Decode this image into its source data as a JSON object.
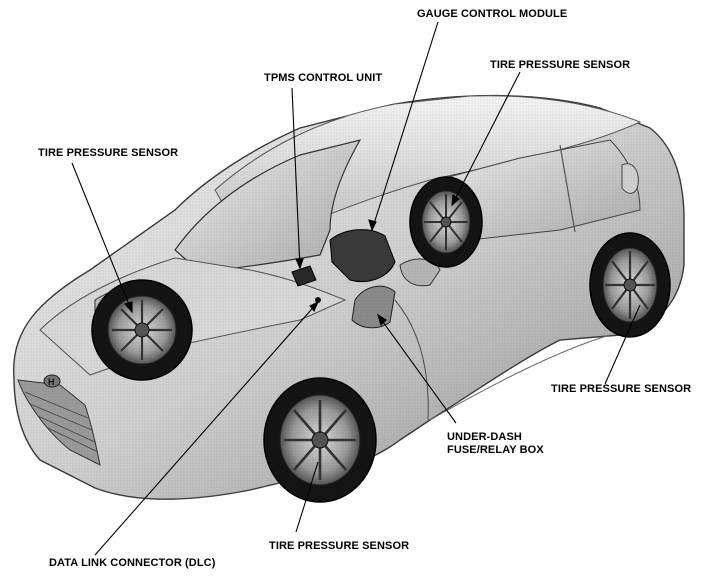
{
  "labels": {
    "gauge_control_module": "GAUGE CONTROL MODULE",
    "tpms_control_unit": "TPMS CONTROL UNIT",
    "tire_pressure_sensor_top_right": "TIRE PRESSURE SENSOR",
    "tire_pressure_sensor_left": "TIRE PRESSURE SENSOR",
    "tire_pressure_sensor_right": "TIRE PRESSURE SENSOR",
    "under_dash_line1": "UNDER-DASH",
    "under_dash_line2": "FUSE/RELAY BOX",
    "tire_pressure_sensor_bottom": "TIRE PRESSURE SENSOR",
    "data_link_connector": "DATA LINK CONNECTOR (DLC)"
  },
  "icons": {
    "car": "car-illustration",
    "wheel": "wheel-icon",
    "emblem": "emblem-icon"
  },
  "colors": {
    "ink": "#000000",
    "body_light": "#e4e4e4",
    "body_mid": "#bcbcbc",
    "body_dark": "#7a7a7a",
    "tire": "#141414"
  }
}
